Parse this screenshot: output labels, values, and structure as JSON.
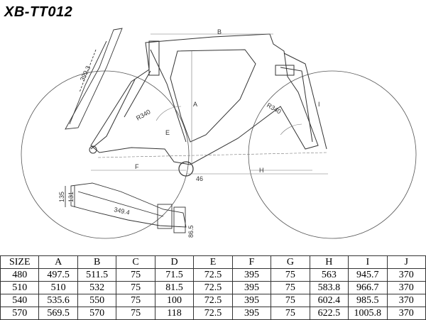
{
  "title": "XB-TT012",
  "diagram": {
    "labels": {
      "B": "B",
      "A": "A",
      "E": "E",
      "F": "F",
      "H": "H",
      "I": "I",
      "r340a": "R340",
      "r340b": "R340",
      "d399": "399.3",
      "d46": "46",
      "d349": "349.4",
      "d135": "135",
      "d131": "131",
      "d865": "86.5"
    }
  },
  "table": {
    "headers": [
      "SIZE",
      "A",
      "B",
      "C",
      "D",
      "E",
      "F",
      "G",
      "H",
      "I",
      "J"
    ],
    "rows": [
      [
        "480",
        "497.5",
        "511.5",
        "75",
        "71.5",
        "72.5",
        "395",
        "75",
        "563",
        "945.7",
        "370"
      ],
      [
        "510",
        "510",
        "532",
        "75",
        "81.5",
        "72.5",
        "395",
        "75",
        "583.8",
        "966.7",
        "370"
      ],
      [
        "540",
        "535.6",
        "550",
        "75",
        "100",
        "72.5",
        "395",
        "75",
        "602.4",
        "985.5",
        "370"
      ],
      [
        "570",
        "569.5",
        "570",
        "75",
        "118",
        "72.5",
        "395",
        "75",
        "622.5",
        "1005.8",
        "370"
      ]
    ]
  }
}
